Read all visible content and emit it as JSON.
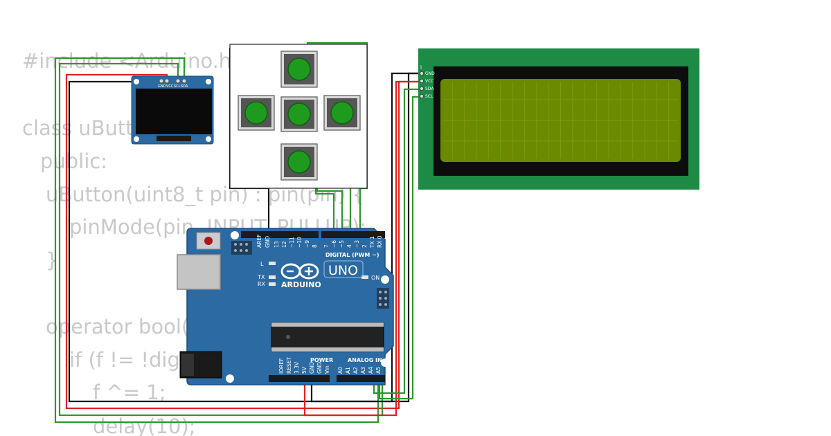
{
  "code_lines": [
    "#include <Arduino.h>",
    "class uButton {",
    "public:",
    "uButton(uint8_t pin) : pin(pin) {",
    "pinMode(pin, INPUT_PULLUP);",
    "}",
    "operator bool() {",
    "if (f != !digitalRead(pin)) {",
    "f ^= 1;",
    "delay(10);"
  ],
  "oled": {
    "pins": [
      "GND",
      "VCC",
      "SCL",
      "SDA"
    ]
  },
  "lcd": {
    "pin_index": "1",
    "pins": [
      "GND",
      "VCC",
      "SDA",
      "SCL"
    ]
  },
  "arduino": {
    "brand": "ARDUINO",
    "model": "UNO",
    "digital_label": "DIGITAL (PWM ~)",
    "power_label": "POWER",
    "analog_label": "ANALOG IN",
    "on_label": "ON",
    "led_labels": [
      "L",
      "TX",
      "RX"
    ],
    "digital_pins": [
      "AREF",
      "GND",
      "13",
      "12",
      "~11",
      "~10",
      "~9",
      "8",
      "7",
      "~6",
      "~5",
      "4",
      "~3",
      "2",
      "TX 1",
      "RX 0"
    ],
    "power_pins": [
      "IOREF",
      "RESET",
      "3.3V",
      "5V",
      "GND",
      "GND",
      "Vin"
    ],
    "analog_pins": [
      "A0",
      "A1",
      "A2",
      "A3",
      "A4",
      "A5"
    ]
  },
  "colors": {
    "board": "#2b6aa3",
    "lcd_frame": "#1d8a45",
    "lcd_screen": "#6a8a00",
    "wire_black": "#111111",
    "wire_red": "#e02020",
    "wire_green": "#2a9a2a",
    "button_cap": "#1e9a1e"
  }
}
